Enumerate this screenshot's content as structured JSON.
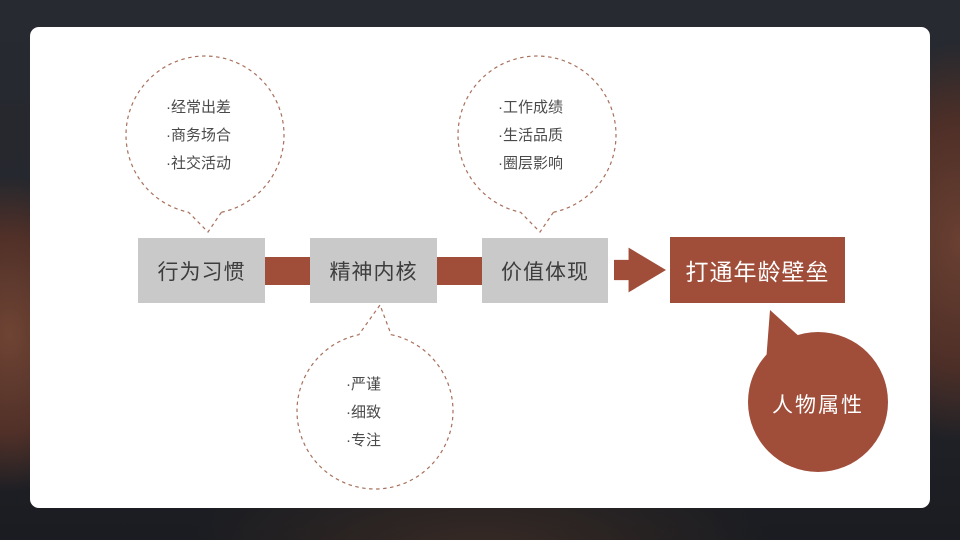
{
  "slide": {
    "flow": {
      "steps": [
        {
          "label": "行为习惯"
        },
        {
          "label": "精神内核"
        },
        {
          "label": "价值体现"
        }
      ],
      "result": {
        "label": "打通年龄壁垒"
      }
    },
    "bubbles": {
      "habits": {
        "lines": [
          "·经常出差",
          "·商务场合",
          "·社交活动"
        ]
      },
      "values": {
        "lines": [
          "·工作成绩",
          "·生活品质",
          "·圈层影响"
        ]
      },
      "spirit": {
        "lines": [
          "·严谨",
          "·细致",
          "·专注"
        ]
      }
    },
    "badge": {
      "label": "人物属性"
    },
    "colors": {
      "accent": "#A04E3A",
      "step_box_bg": "#C9C9C9",
      "step_box_text": "#3D3D3D",
      "bubble_outline": "#A8705C",
      "bubble_text": "#4A4A4A",
      "result_text": "#FFFFFF",
      "frame_dark": "#24262C",
      "frame_rock": "#6A4032"
    }
  }
}
